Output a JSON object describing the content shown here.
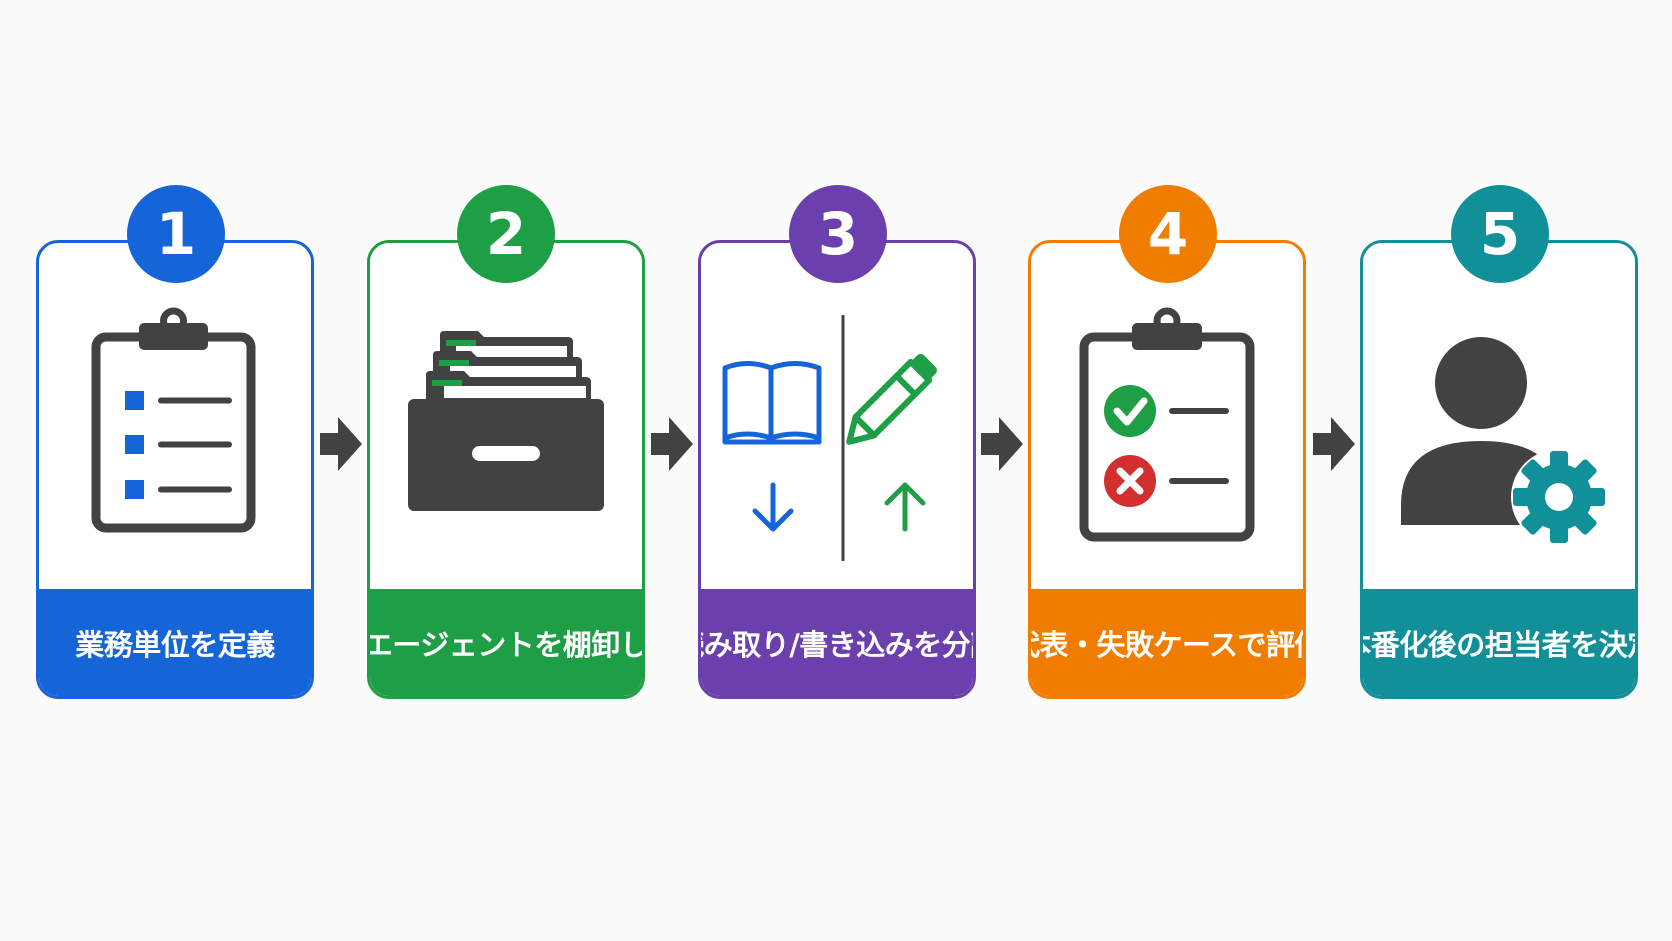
{
  "steps": [
    {
      "number": "1",
      "label": "業務単位を定義",
      "color": "#1565d8",
      "icon": "clipboard-list-icon"
    },
    {
      "number": "2",
      "label": "エージェントを棚卸し",
      "color": "#1e9e45",
      "icon": "file-drawer-icon"
    },
    {
      "number": "3",
      "label": "読み取り/書き込みを分離",
      "color": "#6b3fad",
      "icon": "read-write-split-icon"
    },
    {
      "number": "4",
      "label": "代表・失敗ケースで評価",
      "color": "#f07d00",
      "icon": "clipboard-check-icon"
    },
    {
      "number": "5",
      "label": "本番化後の担当者を決定",
      "color": "#12909a",
      "icon": "user-gear-icon"
    }
  ],
  "connector": "arrow-right-icon",
  "icon_color": "#424242"
}
